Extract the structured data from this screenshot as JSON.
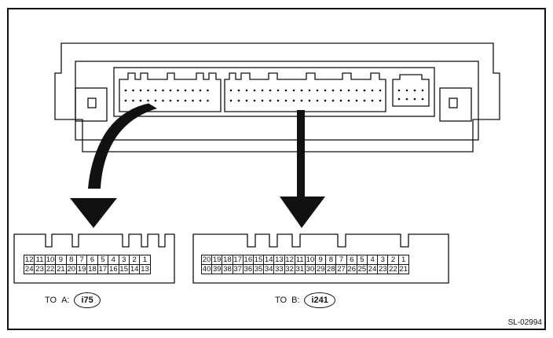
{
  "connector_a": {
    "row1": [
      "12",
      "11",
      "10",
      "9",
      "8",
      "7",
      "6",
      "5",
      "4",
      "3",
      "2",
      "1"
    ],
    "row2": [
      "24",
      "23",
      "22",
      "21",
      "20",
      "19",
      "18",
      "17",
      "16",
      "15",
      "14",
      "13"
    ],
    "prefix": "TO",
    "label": "A:",
    "code": "i75"
  },
  "connector_b": {
    "row1": [
      "20",
      "19",
      "18",
      "17",
      "16",
      "15",
      "14",
      "13",
      "12",
      "11",
      "10",
      "9",
      "8",
      "7",
      "6",
      "5",
      "4",
      "3",
      "2",
      "1"
    ],
    "row2": [
      "40",
      "39",
      "38",
      "37",
      "36",
      "35",
      "34",
      "33",
      "32",
      "31",
      "30",
      "29",
      "28",
      "27",
      "26",
      "25",
      "24",
      "23",
      "22",
      "21"
    ],
    "prefix": "TO",
    "label": "B:",
    "code": "i241"
  },
  "figure_code": "SL-02994"
}
